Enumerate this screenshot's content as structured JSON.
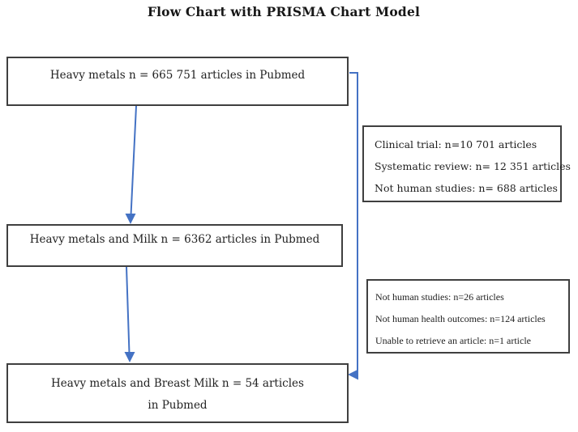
{
  "title": "Flow Chart with PRISMA Chart Model",
  "colors": {
    "arrow_blue": "#4472C4"
  },
  "flow_boxes": {
    "box1": {
      "text": "Heavy metals n = 665 751 articles in Pubmed"
    },
    "box2": {
      "text": "Heavy metals and Milk n = 6362 articles in Pubmed"
    },
    "box3": {
      "line1": "Heavy metals and Breast Milk n = 54 articles",
      "line2": "in Pubmed"
    }
  },
  "exclusion_box_1": {
    "items": [
      "Clinical trial: n=10 701 articles",
      "Systematic review: n= 12 351 articles",
      "Not human studies: n= 688 articles"
    ]
  },
  "exclusion_box_2": {
    "items": [
      "Not human studies: n=26 articles",
      "Not human health outcomes: n=124 articles",
      "Unable to retrieve an article: n=1 article"
    ]
  }
}
